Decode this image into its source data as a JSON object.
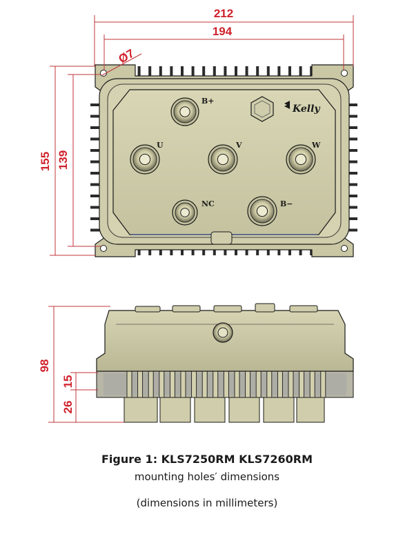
{
  "dimensions": {
    "overall_width": "212",
    "hole_spacing_width": "194",
    "hole_diameter": "Ø7",
    "overall_height": "155",
    "hole_spacing_height": "139",
    "total_depth": "98",
    "fin_depth": "15",
    "base_depth": "26"
  },
  "terminals": {
    "b_plus": "B+",
    "u": "U",
    "v": "V",
    "w": "W",
    "nc": "NC",
    "b_minus": "B−"
  },
  "brand": "Kelly",
  "caption": {
    "line1": "Figure 1: KLS7250RM KLS7260RM",
    "line2": "mounting holes′   dimensions",
    "line3": "(dimensions in millimeters)"
  },
  "colors": {
    "body": "#c9c7a4",
    "body_light": "#dcdab9",
    "dimension_red": "#d0202a",
    "outline": "#1a1a1a"
  }
}
